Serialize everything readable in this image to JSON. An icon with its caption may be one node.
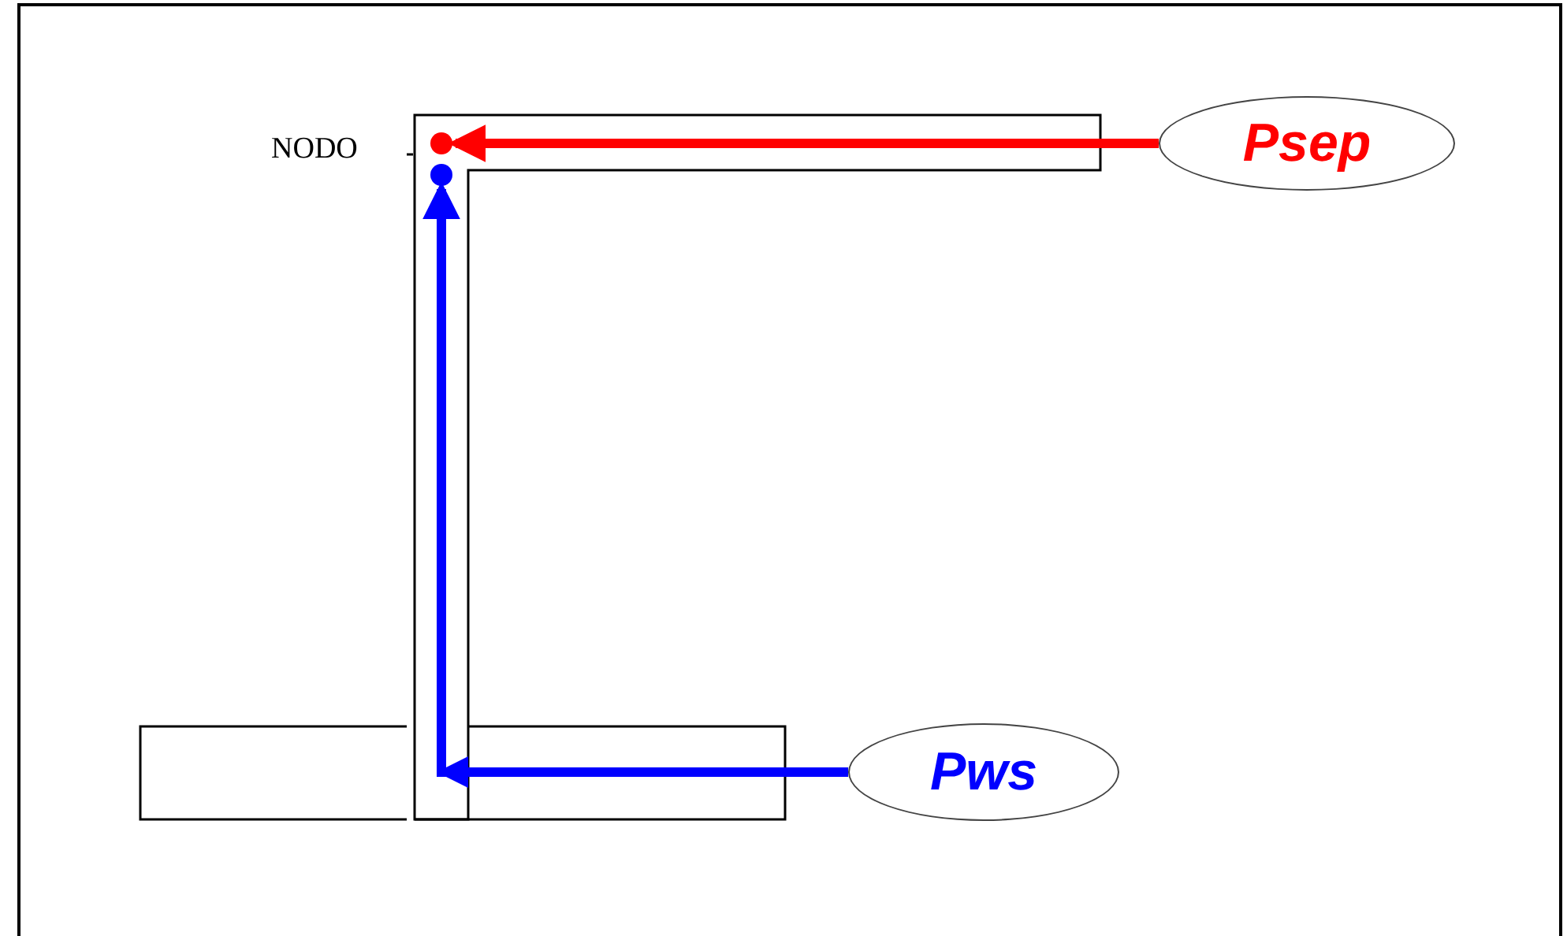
{
  "diagram": {
    "nodes": [
      {
        "text": [
          "Psep"
        ]
      },
      {
        "text": [
          "Pws"
        ]
      },
      {
        "text": [],
        "shape": "circle"
      },
      {
        "text": [],
        "shape": "circle"
      }
    ],
    "edges": [
      {
        "from": 0,
        "to": 2,
        "arrow": "to",
        "color": "#ff0000"
      },
      {
        "from": 1,
        "to": 3,
        "arrow": "to",
        "color": "#0000ff"
      }
    ],
    "labels": [
      "NODO"
    ]
  }
}
